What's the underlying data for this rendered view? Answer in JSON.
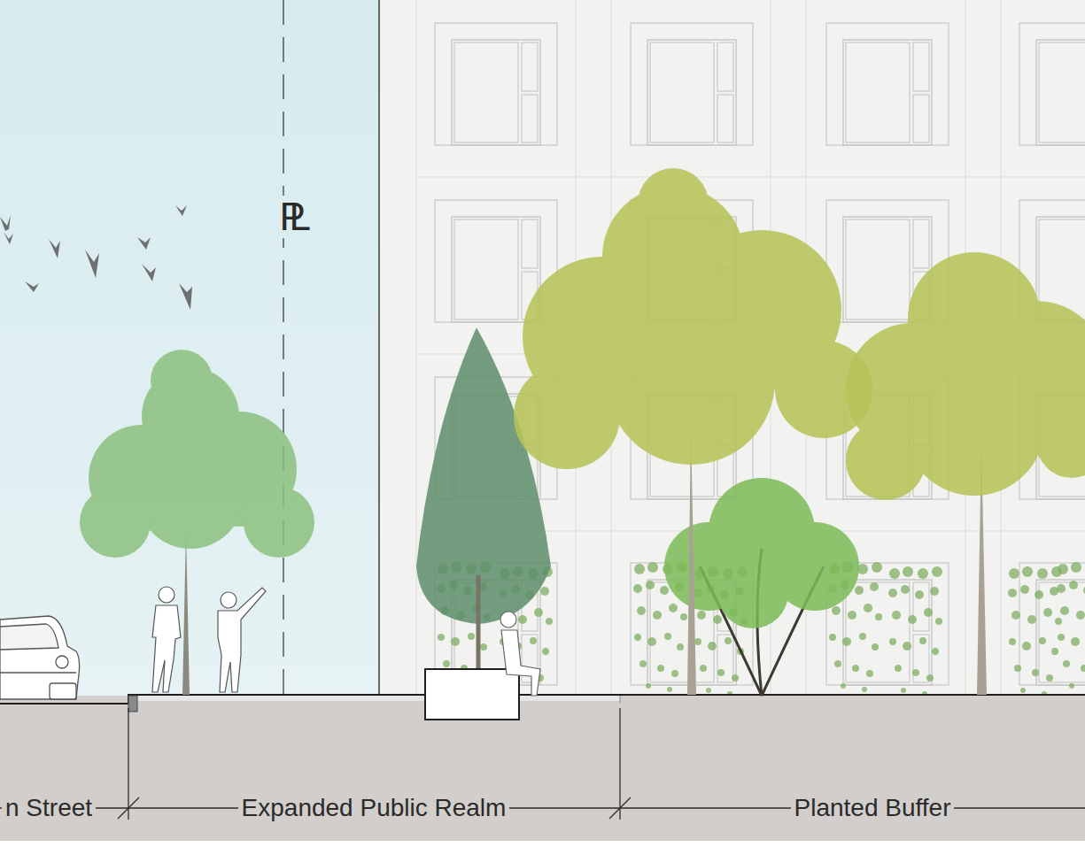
{
  "diagram": {
    "labels": [
      "PL",
      "n Street",
      "Expanded Public Realm",
      "Planted Buffer"
    ]
  }
}
